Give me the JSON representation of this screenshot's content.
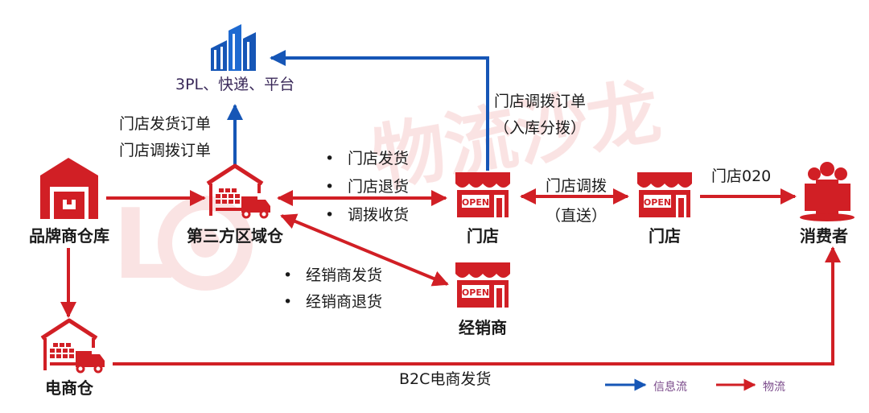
{
  "colors": {
    "red": "#d11f25",
    "blue": "#1656b6",
    "watermark": "#f0b0b0"
  },
  "watermark": {
    "text": "物流沙龙"
  },
  "nodes": {
    "brand_warehouse": "品牌商仓库",
    "third_party_warehouse": "第三方区域仓",
    "pl_platform": "3PL、快递、平台",
    "store1": "门店",
    "store2": "门店",
    "dealer": "经销商",
    "consumer": "消费者",
    "ecommerce_warehouse": "电商仓"
  },
  "shop_sign": "OPEN",
  "flows": {
    "to_3pl": [
      "门店发货订单",
      "门店调拨订单"
    ],
    "store_transfer_order": [
      "门店调拨订单",
      "（入库分拨）"
    ],
    "warehouse_store": [
      "门店发货",
      "门店退货",
      "调拨收货"
    ],
    "store_transfer": [
      "门店调拨",
      "（直送）"
    ],
    "store_o2o": "门店020",
    "dealer": [
      "经销商发货",
      "经销商退货"
    ],
    "b2c": "B2C电商发货"
  },
  "legend": {
    "info": "信息流",
    "logistics": "物流"
  }
}
